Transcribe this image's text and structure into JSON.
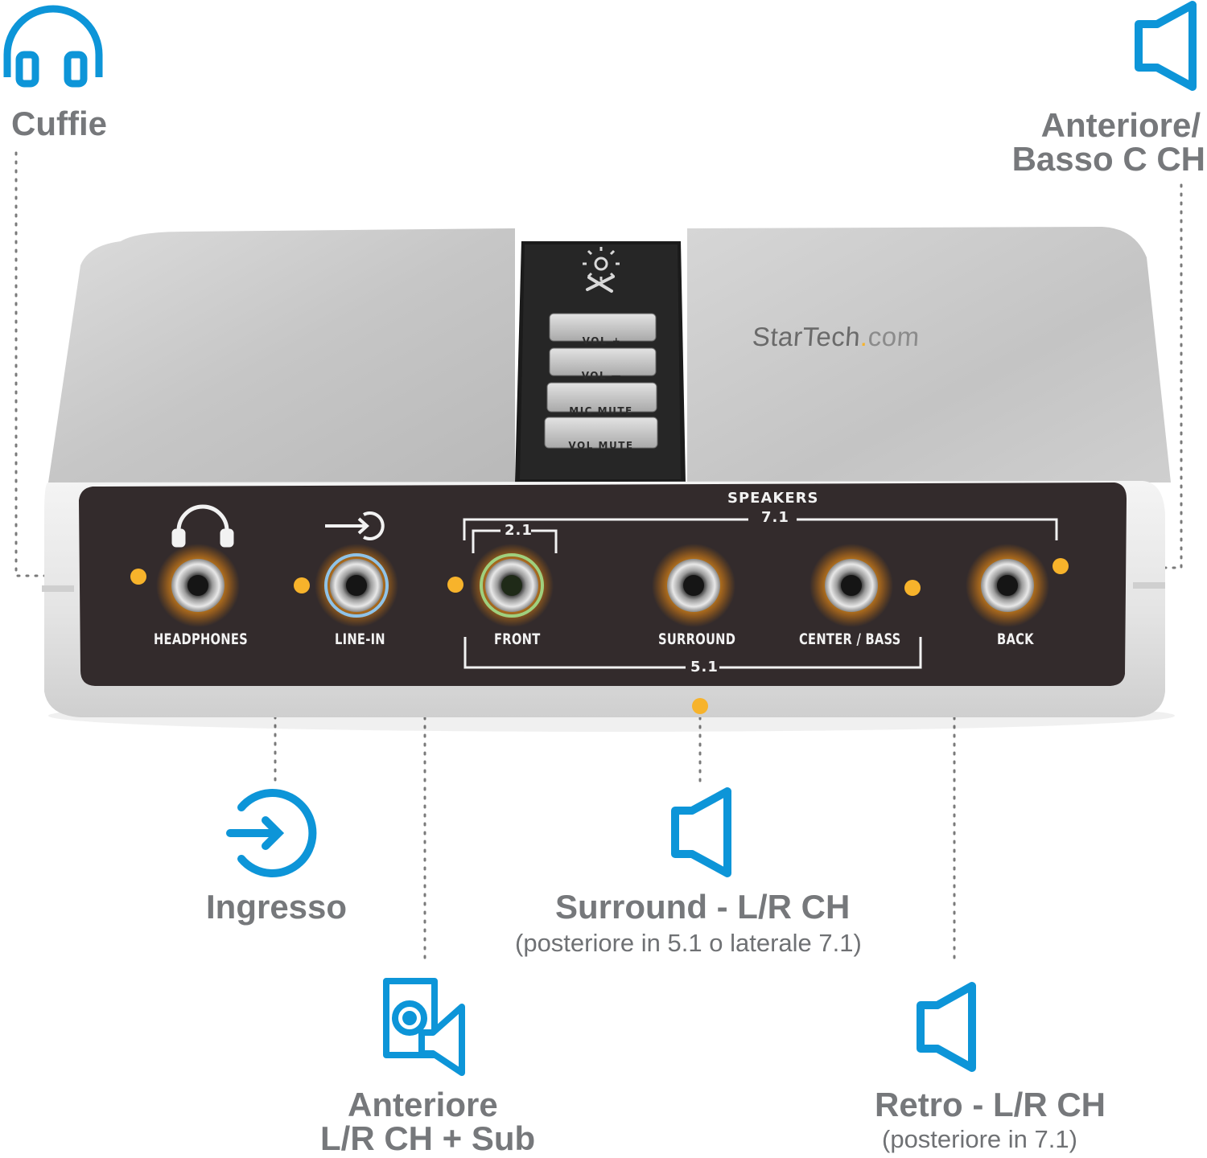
{
  "callouts": {
    "headphones": {
      "title": "Cuffie"
    },
    "front_center_bass": {
      "title_line1": "Anteriore/",
      "title_line2": "Basso C CH"
    },
    "input": {
      "title": "Ingresso"
    },
    "surround": {
      "title": "Surround - L/R CH",
      "subtitle": "(posteriore in 5.1 o laterale 7.1)"
    },
    "front_sub": {
      "title_line1": "Anteriore",
      "title_line2": "L/R CH + Sub"
    },
    "rear": {
      "title": "Retro - L/R CH",
      "subtitle": "(posteriore in 7.1)"
    }
  },
  "device": {
    "brand_main": "StarTech",
    "brand_dot": ".",
    "brand_tld": "com",
    "buttons": [
      "VOL +",
      "VOL —",
      "MIC MUTE",
      "VOL MUTE"
    ],
    "group_speakers": "SPEAKERS",
    "group_71": "7.1",
    "group_21": "2.1",
    "group_51": "5.1",
    "ports": [
      "HEADPHONES",
      "LINE-IN",
      "FRONT",
      "SURROUND",
      "CENTER / BASS",
      "BACK"
    ]
  },
  "colors": {
    "icon_blue": "#0d95d8",
    "highlight_orange": "#f7b32b",
    "label_gray": "#76787b",
    "panel_dark": "#332b2c"
  },
  "icons": [
    "headphones-icon",
    "speaker-icon",
    "input-arrow-icon",
    "front-speaker-sub-icon"
  ]
}
